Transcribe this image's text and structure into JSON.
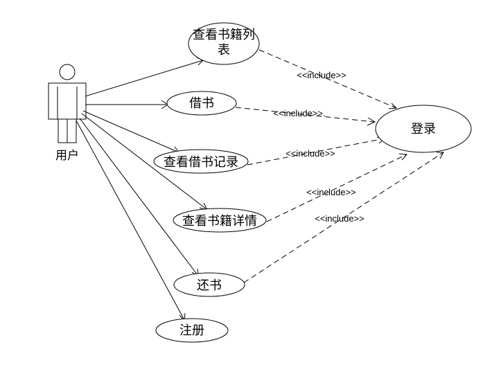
{
  "actor": {
    "label": "用户"
  },
  "use_cases": [
    {
      "id": "view-book-list",
      "lines": [
        "查看书籍列",
        "表"
      ]
    },
    {
      "id": "borrow-book",
      "lines": [
        "借书"
      ]
    },
    {
      "id": "view-borrow-records",
      "lines": [
        "查看借书记录"
      ]
    },
    {
      "id": "view-book-details",
      "lines": [
        "查看书籍详情"
      ]
    },
    {
      "id": "return-book",
      "lines": [
        "还书"
      ]
    },
    {
      "id": "register",
      "lines": [
        "注册"
      ]
    }
  ],
  "login": {
    "label": "登录"
  },
  "relation_label": "<<include>>",
  "include_labels": [
    "<<include>>",
    "<<include>>.",
    "<<include>>",
    "<<include>>",
    "<<include>>"
  ]
}
